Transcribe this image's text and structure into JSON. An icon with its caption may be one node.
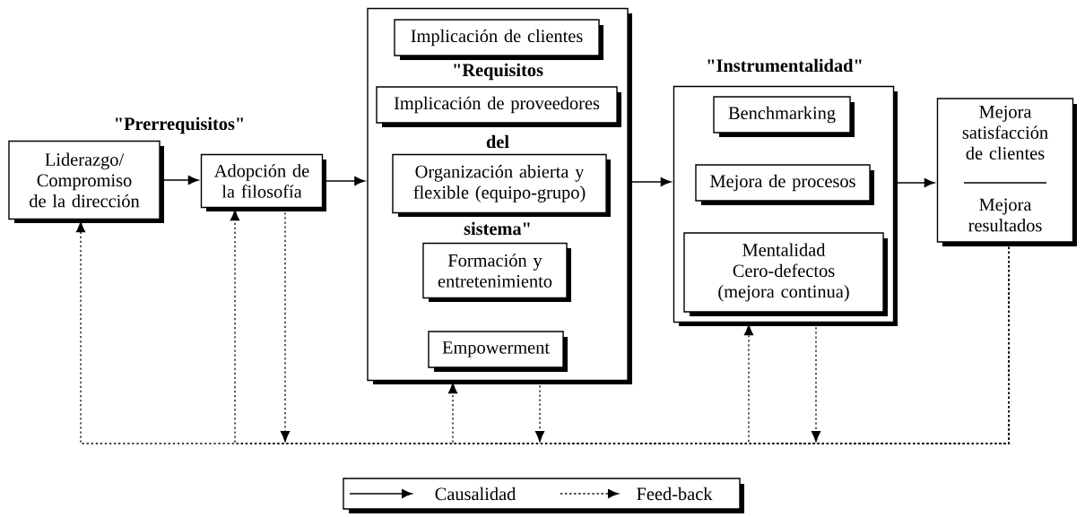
{
  "diagram": {
    "nodes": [
      {
        "text": [
          "Liderazgo/ Compromiso de la dirección"
        ]
      },
      {
        "text": [
          "Adopción de la filosofía"
        ]
      },
      {
        "text": [
          "\"Requisitos",
          "del",
          "sistema\""
        ]
      },
      {
        "text": [
          "Implicación de clientes"
        ],
        "in": 2
      },
      {
        "text": [
          "Implicación de proveedores"
        ],
        "in": 2
      },
      {
        "text": [
          "Organización abierta y flexible (equipo-grupo)"
        ],
        "in": 2
      },
      {
        "text": [
          "Formación y entretenimiento"
        ],
        "in": 2
      },
      {
        "text": [
          "Empowerment"
        ],
        "in": 2
      },
      {
        "text": [
          "\"Instrumentalidad\""
        ]
      },
      {
        "text": [
          "Benchmarking"
        ],
        "in": 8
      },
      {
        "text": [
          "Mejora de procesos"
        ],
        "in": 8
      },
      {
        "text": [
          "Mentalidad Cero-defectos (mejora continua)"
        ],
        "in": 8
      },
      {
        "text": [
          "Mejora satisfacción de clientes",
          "Mejora resultados"
        ]
      }
    ],
    "edges": [
      {
        "from": 0,
        "to": 1,
        "arrow": "to"
      },
      {
        "from": 1,
        "to": 2,
        "arrow": "to"
      },
      {
        "from": 2,
        "to": 8,
        "arrow": "to"
      },
      {
        "from": 8,
        "to": 12,
        "arrow": "to"
      },
      {
        "from": 12,
        "to": 0,
        "arrow": "to",
        "style": "dashed"
      },
      {
        "from": 12,
        "to": 1,
        "arrow": "to",
        "style": "dashed"
      },
      {
        "from": 12,
        "to": 2,
        "arrow": "to",
        "style": "dashed"
      },
      {
        "from": 12,
        "to": 8,
        "arrow": "to",
        "style": "dashed"
      },
      {
        "from": 1,
        "to": null,
        "arrow": "to",
        "style": "dashed"
      },
      {
        "from": 2,
        "to": null,
        "arrow": "to",
        "style": "dashed"
      },
      {
        "from": 8,
        "to": null,
        "arrow": "to",
        "style": "dashed"
      }
    ],
    "labels": [
      "\"Prerrequisitos\""
    ],
    "legend": [
      {
        "text": "Causalidad"
      },
      {
        "text": "Feed-back"
      }
    ]
  }
}
